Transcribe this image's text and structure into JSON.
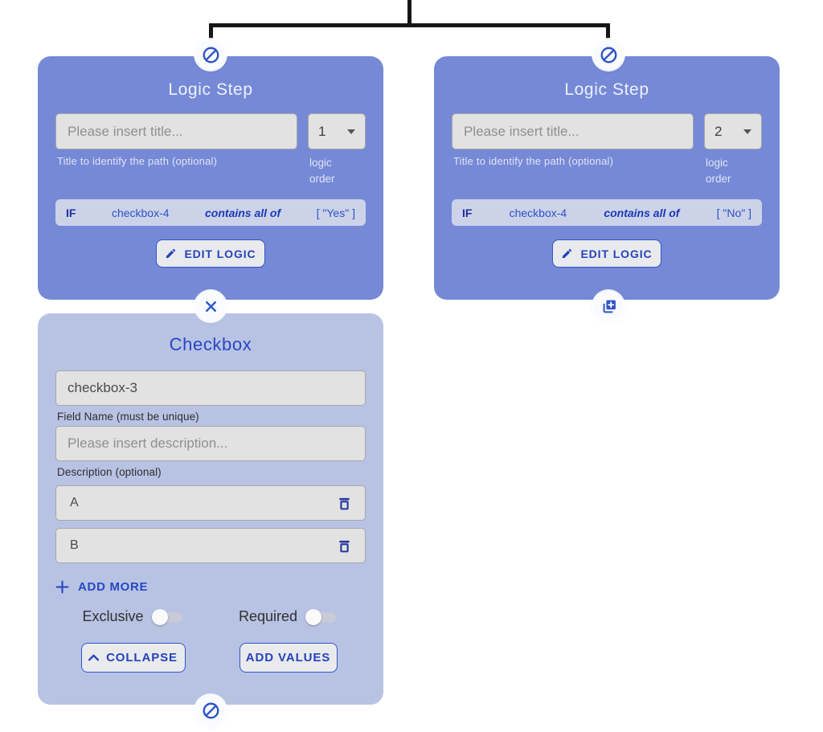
{
  "colors": {
    "logic_card_bg": "#7589d6",
    "checkbox_card_bg": "#b8c3e4",
    "accent_blue": "#2b4fc5",
    "condition_row_bg": "#ccd3e9",
    "input_bg": "#e2e2e3",
    "connector_line": "#161616",
    "trash_icon_navy": "#22389b"
  },
  "logic_steps": [
    {
      "title": "Logic Step",
      "title_placeholder": "Please insert title...",
      "title_hint": "Title to identify the path (optional)",
      "order_value": "1",
      "order_label": "logic order",
      "condition": {
        "keyword": "IF",
        "field": "checkbox-4",
        "operator": "contains all of",
        "value": "[ \"Yes\" ]"
      },
      "edit_button_label": "EDIT LOGIC"
    },
    {
      "title": "Logic Step",
      "title_placeholder": "Please insert title...",
      "title_hint": "Title to identify the path (optional)",
      "order_value": "2",
      "order_label": "logic order",
      "condition": {
        "keyword": "IF",
        "field": "checkbox-4",
        "operator": "contains all of",
        "value": "[ \"No\" ]"
      },
      "edit_button_label": "EDIT LOGIC"
    }
  ],
  "checkbox_card": {
    "title": "Checkbox",
    "field_name_value": "checkbox-3",
    "field_name_label": "Field Name (must be unique)",
    "description_placeholder": "Please insert description...",
    "description_label": "Description (optional)",
    "values": [
      "A",
      "B"
    ],
    "add_more_label": "ADD MORE",
    "exclusive_label": "Exclusive",
    "exclusive_state": "off",
    "required_label": "Required",
    "required_state": "off",
    "collapse_button_label": "COLLAPSE",
    "add_values_button_label": "ADD VALUES"
  },
  "node_icons": {
    "above_step_1": "block-icon",
    "above_step_2": "block-icon",
    "below_step_1": "close-icon",
    "below_step_2": "duplicate-icon",
    "below_checkbox": "block-icon"
  }
}
